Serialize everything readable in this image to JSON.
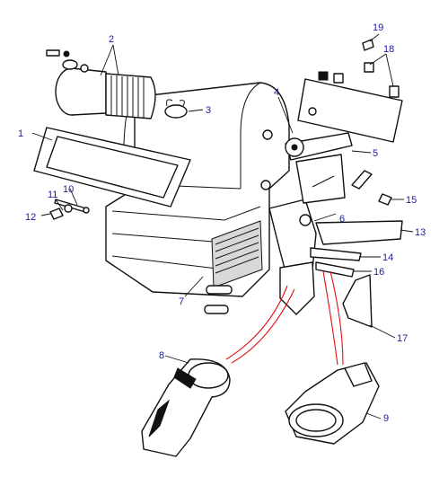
{
  "parts": [
    {
      "label": "1"
    },
    {
      "label": "2"
    },
    {
      "label": "3"
    },
    {
      "label": "4"
    },
    {
      "label": "5"
    },
    {
      "label": "6"
    },
    {
      "label": "7"
    },
    {
      "label": "8"
    },
    {
      "label": "9"
    },
    {
      "label": "10"
    },
    {
      "label": "11"
    },
    {
      "label": "12"
    },
    {
      "label": "13"
    },
    {
      "label": "14"
    },
    {
      "label": "15"
    },
    {
      "label": "16"
    },
    {
      "label": "17"
    },
    {
      "label": "18"
    },
    {
      "label": "19"
    }
  ],
  "colors": {
    "label": "#1a1aa0",
    "leader_red": "#e01010",
    "line": "#111111"
  }
}
